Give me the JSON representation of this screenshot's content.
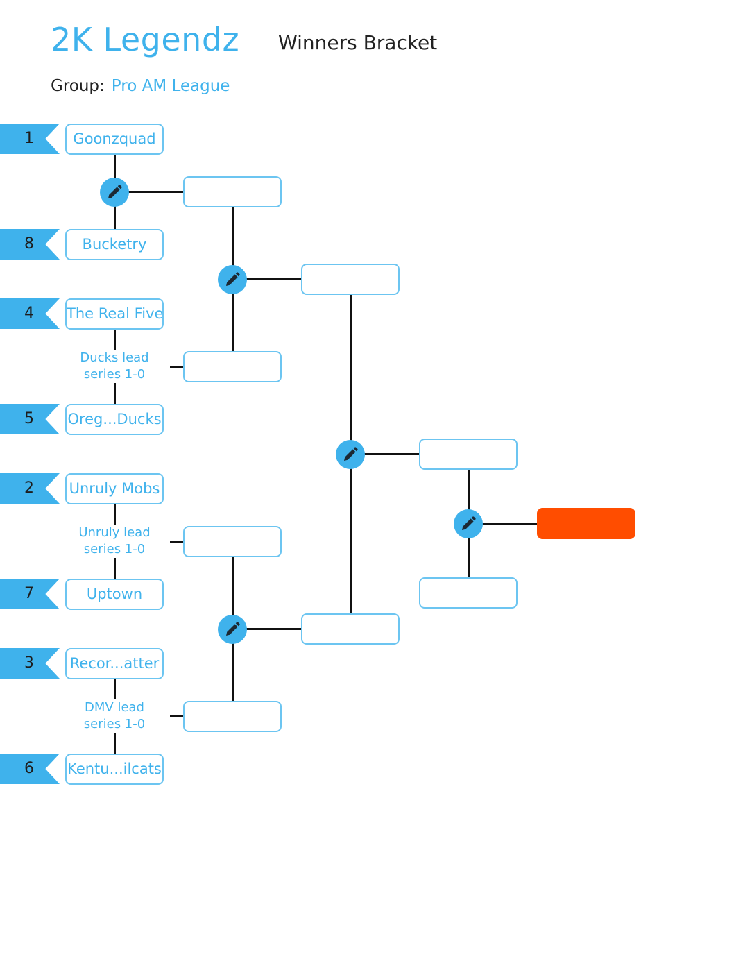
{
  "header": {
    "app_title": "2K Legendz",
    "bracket_title": "Winners Bracket",
    "group_label": "Group:",
    "group_value": "Pro AM League"
  },
  "round1": [
    {
      "seed": "1",
      "team": "Goonzquad"
    },
    {
      "seed": "8",
      "team": "Bucketry"
    },
    {
      "seed": "4",
      "team": "The Real Five"
    },
    {
      "seed": "5",
      "team": "Oreg...Ducks"
    },
    {
      "seed": "2",
      "team": "Unruly Mobs"
    },
    {
      "seed": "7",
      "team": "Uptown"
    },
    {
      "seed": "3",
      "team": "Recor...atter"
    },
    {
      "seed": "6",
      "team": "Kentu...ilcats"
    }
  ],
  "series_status": [
    {
      "line1": "Ducks lead",
      "line2": "series 1-0"
    },
    {
      "line1": "Unruly lead",
      "line2": "series 1-0"
    },
    {
      "line1": "DMV lead",
      "line2": "series 1-0"
    }
  ],
  "icons": {
    "edit": "pencil-icon"
  },
  "colors": {
    "accent": "#3fb2ec",
    "slot_border": "#6cc5f1",
    "champion": "#ff4d00",
    "connector": "#111111"
  }
}
